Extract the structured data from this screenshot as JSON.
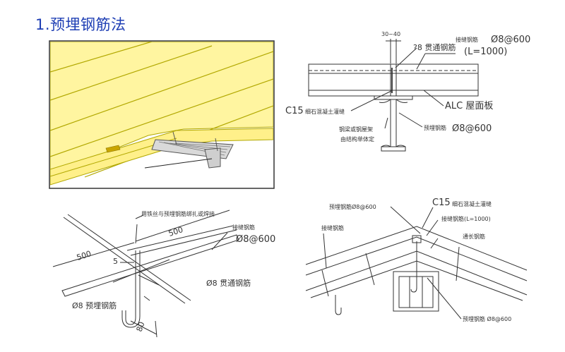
{
  "title": "1.预埋钢筋法",
  "top_right": {
    "dim_30_40": "30~40",
    "rebar_8_through": "?8 贯通钢筋",
    "joint_rebar": "接缝钢筋",
    "joint_rebar_spacing": "Ø8@600",
    "length_note": "(L=1000)",
    "c15_label": "C15",
    "c15_text": "细石混凝土灌缝",
    "alc_label": "ALC 屋面板",
    "embedded_rebar": "预埋钢筋",
    "embedded_rebar_spacing": "Ø8@600",
    "steel_beam_1": "钢梁或钢屋架",
    "steel_beam_2": "由结构单体定"
  },
  "bottom_left": {
    "wire_note": "用铁丝与预埋钢筋绑扎或焊接",
    "dim_500_a": "500",
    "dim_500_b": "500",
    "joint_rebar": "接缝钢筋",
    "joint_rebar_spacing": "Ø8@600",
    "dim_5": "5",
    "through_rebar": "Ø8 贯通钢筋",
    "embedded_rebar": "Ø8 预埋钢筋",
    "dim_80": "80"
  },
  "bottom_right": {
    "embedded_top": "预埋钢筋Ø8@600",
    "c15_label": "C15",
    "c15_text": "细石混凝土灌缝",
    "joint_rebar_r": "接缝钢筋(L=1000)",
    "joint_rebar_l": "接缝钢筋",
    "long_rebar": "通长钢筋",
    "embedded_bottom": "预埋钢筋 Ø8@600"
  },
  "colors": {
    "title": "#1f3fb4",
    "panel": "#fff5a0",
    "panel_edge": "#b2a800",
    "line": "#333333"
  }
}
